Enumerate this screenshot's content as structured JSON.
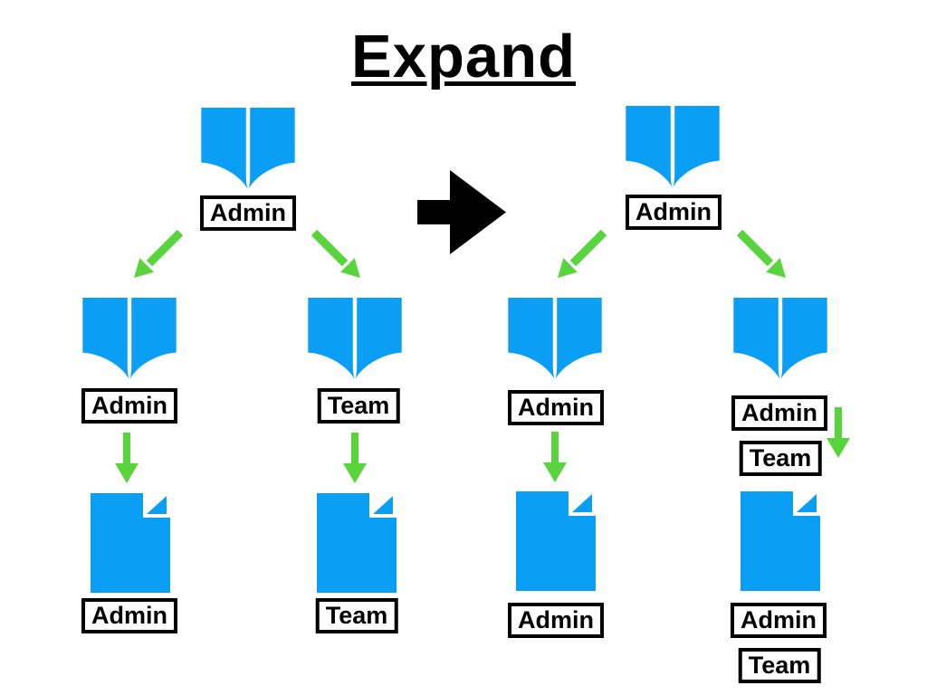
{
  "title": "Expand",
  "colors": {
    "icon_blue": "#0A9FF5",
    "arrow_green": "#58D43C",
    "transform_arrow": "#000000",
    "tag_border": "#000000",
    "background": "#FFFFFF"
  },
  "before": {
    "root": {
      "icon": "open-book-icon",
      "label": "Admin"
    },
    "branches": [
      {
        "book_icon": "open-book-icon",
        "book_labels": [
          "Admin"
        ],
        "doc_icon": "document-icon",
        "doc_labels": [
          "Admin"
        ]
      },
      {
        "book_icon": "open-book-icon",
        "book_labels": [
          "Team"
        ],
        "doc_icon": "document-icon",
        "doc_labels": [
          "Team"
        ]
      }
    ]
  },
  "transform": {
    "icon": "right-arrow-icon"
  },
  "after": {
    "root": {
      "icon": "open-book-icon",
      "label": "Admin"
    },
    "branches": [
      {
        "book_icon": "open-book-icon",
        "book_labels": [
          "Admin"
        ],
        "doc_icon": "document-icon",
        "doc_labels": [
          "Admin"
        ]
      },
      {
        "book_icon": "open-book-icon",
        "book_labels": [
          "Admin",
          "Team"
        ],
        "doc_icon": "document-icon",
        "doc_labels": [
          "Admin",
          "Team"
        ]
      }
    ]
  }
}
